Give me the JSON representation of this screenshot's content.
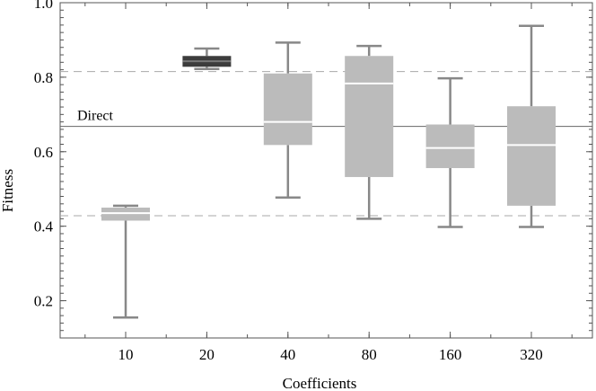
{
  "chart_data": {
    "type": "boxplot",
    "xlabel": "Coefficients",
    "ylabel": "Fitness",
    "ylim": [
      0.1,
      1.0
    ],
    "yticks": [
      "0.2",
      "0.4",
      "0.6",
      "0.8",
      "1.0"
    ],
    "categories": [
      "10",
      "20",
      "40",
      "80",
      "160",
      "320"
    ],
    "boxes": [
      {
        "category": "10",
        "min": 0.155,
        "q1": 0.415,
        "median": 0.435,
        "q3": 0.45,
        "max": 0.455,
        "color": "#bbbbbb",
        "median_color": "#ffffff"
      },
      {
        "category": "20",
        "min": 0.822,
        "q1": 0.828,
        "median": 0.843,
        "q3": 0.857,
        "max": 0.877,
        "color": "#3c3c3c",
        "median_color": "#777777"
      },
      {
        "category": "40",
        "min": 0.477,
        "q1": 0.618,
        "median": 0.68,
        "q3": 0.81,
        "max": 0.893,
        "color": "#bbbbbb",
        "median_color": "#ffffff"
      },
      {
        "category": "80",
        "min": 0.42,
        "q1": 0.532,
        "median": 0.783,
        "q3": 0.857,
        "max": 0.884,
        "color": "#bbbbbb",
        "median_color": "#ffffff"
      },
      {
        "category": "160",
        "min": 0.398,
        "q1": 0.556,
        "median": 0.61,
        "q3": 0.673,
        "max": 0.797,
        "color": "#bbbbbb",
        "median_color": "#ffffff"
      },
      {
        "category": "320",
        "min": 0.398,
        "q1": 0.455,
        "median": 0.618,
        "q3": 0.722,
        "max": 0.938,
        "color": "#bbbbbb",
        "median_color": "#ffffff"
      }
    ],
    "reference_lines": [
      {
        "label": "Direct",
        "y": 0.668,
        "style": "solid",
        "color": "#666666"
      },
      {
        "label": "",
        "y": 0.815,
        "style": "dashed",
        "color": "#aaaaaa"
      },
      {
        "label": "",
        "y": 0.428,
        "style": "dashed",
        "color": "#aaaaaa"
      }
    ],
    "whisker_color": "#888888",
    "grid": false
  }
}
